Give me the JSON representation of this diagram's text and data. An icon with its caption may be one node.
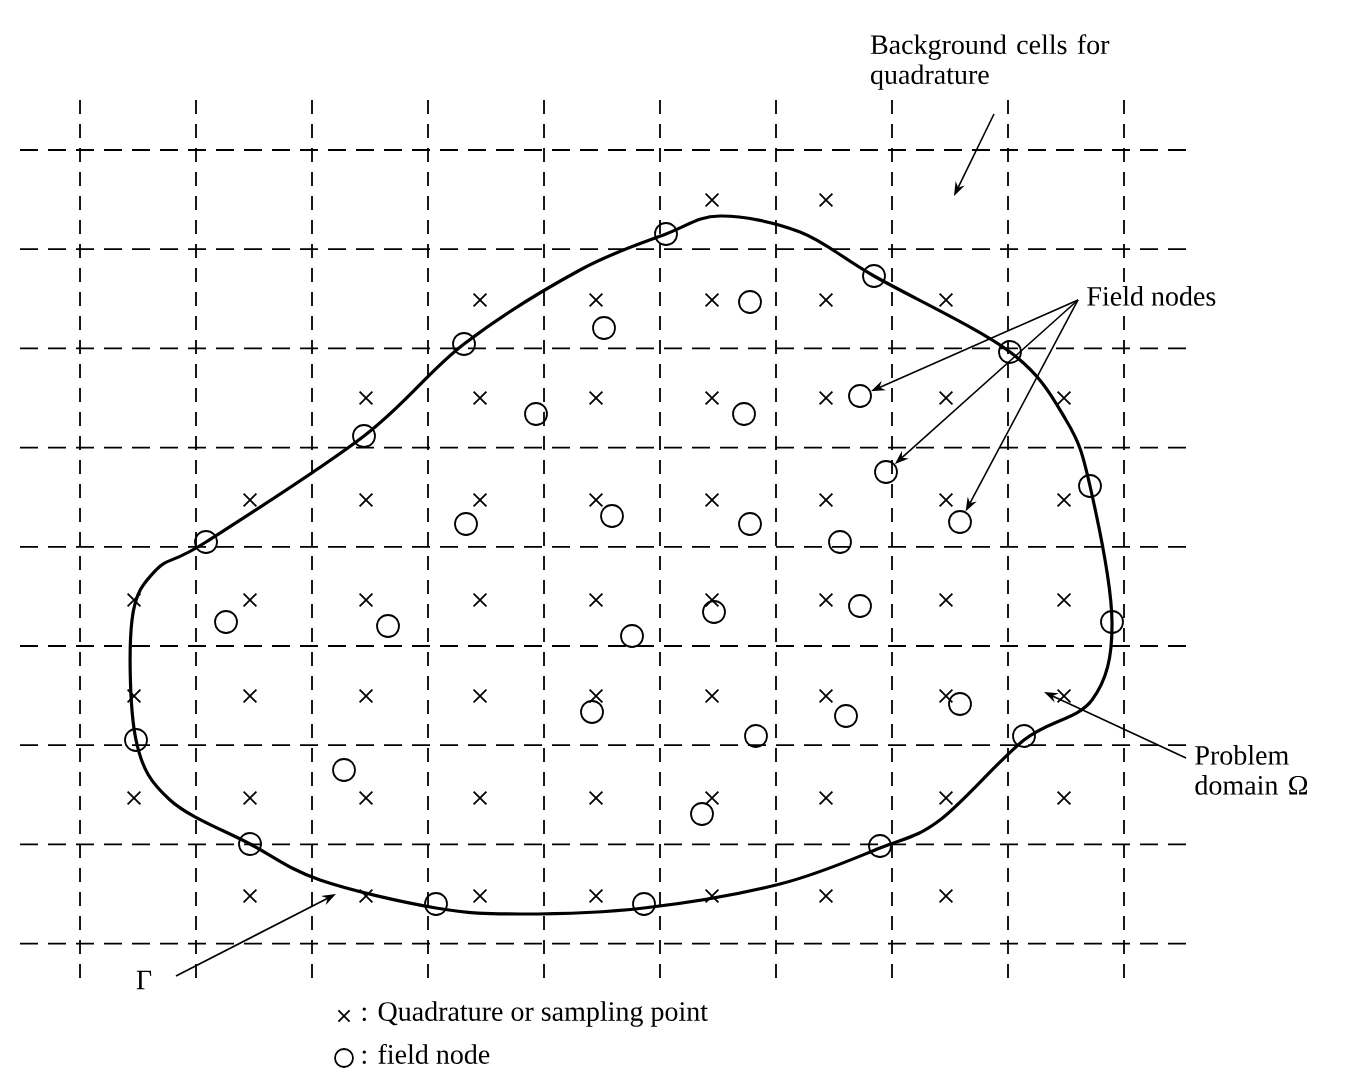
{
  "diagram": {
    "nodes": [
      {
        "text": [
          "Background cells for quadrature"
        ]
      },
      {
        "text": [
          "Field nodes"
        ]
      },
      {
        "text": [
          "Problem domain Ω"
        ]
      },
      {
        "text": [
          "Γ"
        ]
      },
      {
        "text": [],
        "shape": "circle"
      },
      {
        "text": [],
        "shape": "circle"
      },
      {
        "text": [],
        "shape": "circle"
      },
      {
        "text": [],
        "shape": "circle"
      },
      {
        "text": [],
        "shape": "circle"
      },
      {
        "text": [],
        "shape": "circle"
      },
      {
        "text": [],
        "shape": "circle"
      },
      {
        "text": [],
        "shape": "circle"
      },
      {
        "text": [],
        "shape": "circle"
      },
      {
        "text": [],
        "shape": "circle"
      },
      {
        "text": [],
        "shape": "circle"
      },
      {
        "text": [],
        "shape": "circle"
      },
      {
        "text": [],
        "shape": "circle"
      },
      {
        "text": [],
        "shape": "circle"
      },
      {
        "text": [],
        "shape": "circle"
      },
      {
        "text": [],
        "shape": "circle"
      },
      {
        "text": [],
        "shape": "circle"
      },
      {
        "text": [],
        "shape": "circle"
      },
      {
        "text": [],
        "shape": "circle"
      },
      {
        "text": [],
        "shape": "circle"
      },
      {
        "text": [],
        "shape": "circle"
      },
      {
        "text": [],
        "shape": "circle"
      },
      {
        "text": [],
        "shape": "circle"
      },
      {
        "text": [],
        "shape": "circle"
      },
      {
        "text": [],
        "shape": "circle"
      },
      {
        "text": [],
        "shape": "circle"
      },
      {
        "text": [],
        "shape": "circle"
      },
      {
        "text": [],
        "shape": "circle"
      },
      {
        "text": [],
        "shape": "circle"
      },
      {
        "text": [],
        "shape": "circle"
      },
      {
        "text": [],
        "shape": "circle"
      },
      {
        "text": [],
        "shape": "circle"
      },
      {
        "text": [],
        "shape": "circle"
      },
      {
        "text": [],
        "shape": "circle"
      },
      {
        "text": [],
        "shape": "circle"
      },
      {
        "text": [],
        "shape": "circle"
      }
    ],
    "edges": [
      {
        "from": 0,
        "to": null,
        "arrow": "to"
      },
      {
        "from": 1,
        "to": 10,
        "arrow": "to"
      },
      {
        "from": 1,
        "to": 14,
        "arrow": "to"
      },
      {
        "from": 1,
        "to": 17,
        "arrow": "to"
      },
      {
        "from": 2,
        "to": null,
        "arrow": "to"
      },
      {
        "from": 3,
        "to": null,
        "arrow": "to"
      }
    ],
    "legend": [
      {
        "text": ": Quadrature or sampling point"
      },
      {
        "text": ": field node"
      }
    ]
  }
}
